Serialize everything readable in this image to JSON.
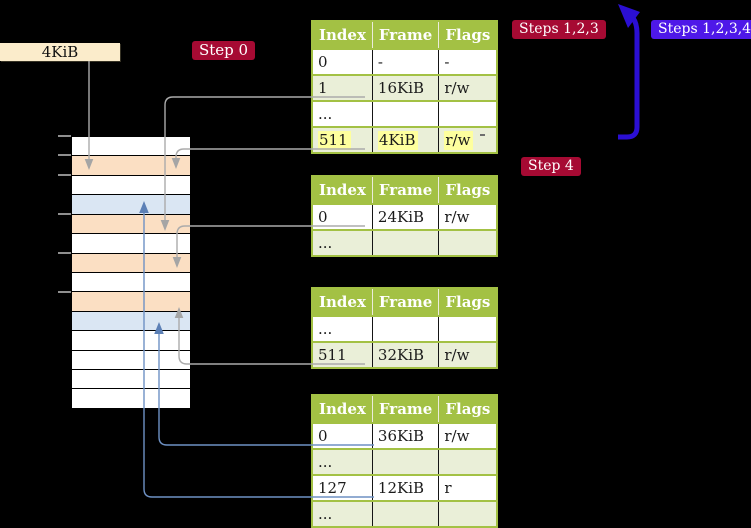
{
  "frame_label": {
    "text": "4KiB"
  },
  "badges": {
    "step0": {
      "text": "Step 0",
      "color": "#A60A33"
    },
    "steps123": {
      "text": "Steps 1,2,3",
      "color": "#A60A33"
    },
    "steps1234": {
      "text": "Steps 1,2,3,4",
      "color": "#4E18E8"
    },
    "step4": {
      "text": "Step 4",
      "color": "#A60A33"
    }
  },
  "tables": [
    {
      "name": "page-table-step0",
      "headers": [
        "Index",
        "Frame",
        "Flags"
      ],
      "rows": [
        {
          "cells": [
            "0",
            "-",
            "-"
          ],
          "shaded": false,
          "highlight": false
        },
        {
          "cells": [
            "1",
            "16KiB",
            "r/w"
          ],
          "shaded": true,
          "highlight": false
        },
        {
          "cells": [
            "...",
            "",
            ""
          ],
          "shaded": false,
          "highlight": false
        },
        {
          "cells": [
            "511",
            "4KiB",
            "r/w"
          ],
          "shaded": true,
          "highlight": true
        }
      ]
    },
    {
      "name": "page-table-steps123-a",
      "headers": [
        "Index",
        "Frame",
        "Flags"
      ],
      "rows": [
        {
          "cells": [
            "0",
            "24KiB",
            "r/w"
          ],
          "shaded": false,
          "highlight": false
        },
        {
          "cells": [
            "...",
            "",
            ""
          ],
          "shaded": true,
          "highlight": false
        }
      ]
    },
    {
      "name": "page-table-steps123-b",
      "headers": [
        "Index",
        "Frame",
        "Flags"
      ],
      "rows": [
        {
          "cells": [
            "...",
            "",
            ""
          ],
          "shaded": false,
          "highlight": false
        },
        {
          "cells": [
            "511",
            "32KiB",
            "r/w"
          ],
          "shaded": true,
          "highlight": false
        }
      ]
    },
    {
      "name": "page-table-step4",
      "headers": [
        "Index",
        "Frame",
        "Flags"
      ],
      "rows": [
        {
          "cells": [
            "0",
            "36KiB",
            "r/w"
          ],
          "shaded": false,
          "highlight": false
        },
        {
          "cells": [
            "...",
            "",
            ""
          ],
          "shaded": true,
          "highlight": false
        },
        {
          "cells": [
            "127",
            "12KiB",
            "r"
          ],
          "shaded": false,
          "highlight": false
        },
        {
          "cells": [
            "...",
            "",
            ""
          ],
          "shaded": true,
          "highlight": false
        }
      ]
    }
  ],
  "memory_column": {
    "rows": [
      {
        "fill": "white"
      },
      {
        "fill": "orange"
      },
      {
        "fill": "white"
      },
      {
        "fill": "blue"
      },
      {
        "fill": "orange"
      },
      {
        "fill": "white"
      },
      {
        "fill": "orange"
      },
      {
        "fill": "white"
      },
      {
        "fill": "orange"
      },
      {
        "fill": "blue"
      },
      {
        "fill": "white"
      },
      {
        "fill": "white"
      },
      {
        "fill": "white"
      },
      {
        "fill": "white"
      }
    ]
  },
  "colors": {
    "table_header_green": "#A3C144",
    "table_row_green": "#EAEFD8",
    "memory_orange": "#FBDFC3",
    "memory_blue": "#DAE6F3",
    "label_beige": "#FBECCB",
    "highlight_yellow": "#FEFF9E",
    "badge_crimson": "#A60A33",
    "badge_violet": "#4E18E8",
    "arrow_gray": "#ABABAB",
    "arrow_steel_blue": "#6E91C4",
    "arrow_thick_blue": "#2B0FD3"
  }
}
